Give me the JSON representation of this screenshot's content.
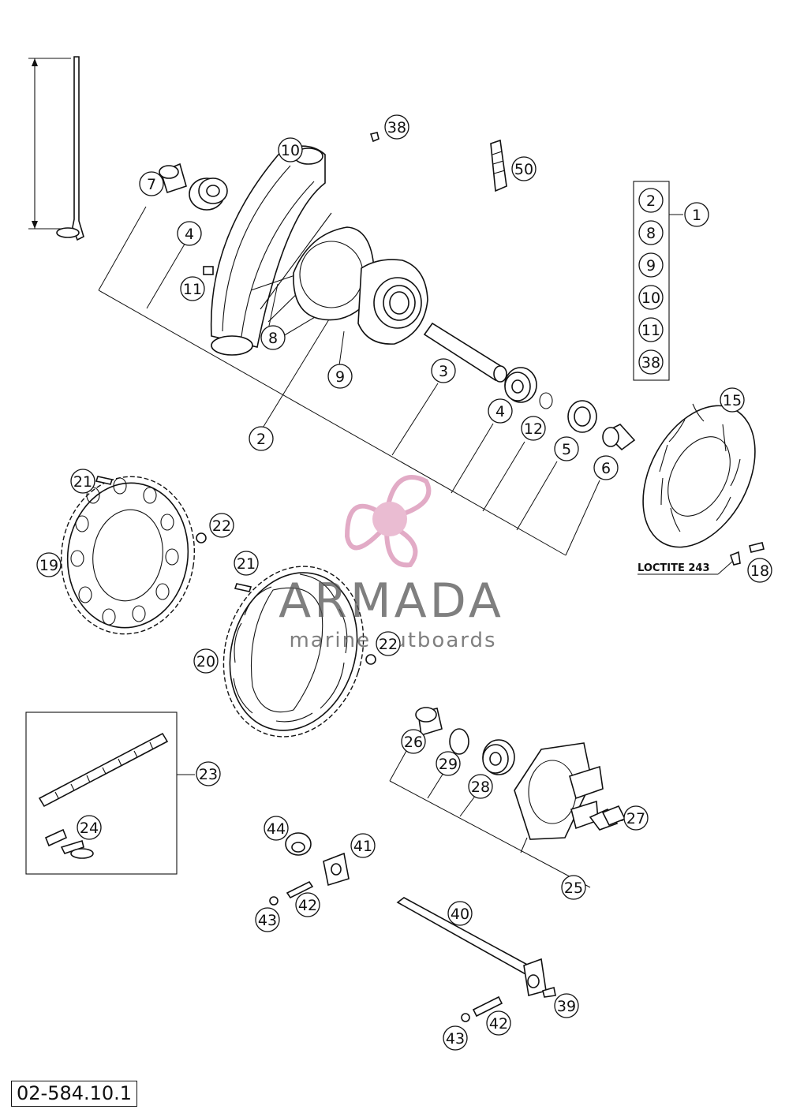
{
  "drawing_number": "02-584.10.1",
  "note_loctite": "LOCTITE 243",
  "watermark": {
    "brand": "ARMADA",
    "tagline": "marine outboards"
  },
  "callouts": [
    "38",
    "50",
    "10",
    "7",
    "4",
    "11",
    "8",
    "9",
    "2",
    "3",
    "4",
    "12",
    "5",
    "6",
    "1",
    "15",
    "18",
    "21",
    "22",
    "19",
    "21",
    "20",
    "22",
    "23",
    "24",
    "26",
    "29",
    "28",
    "27",
    "25",
    "44",
    "41",
    "42",
    "43",
    "40",
    "39",
    "42",
    "43"
  ],
  "kit_items": [
    "2",
    "8",
    "9",
    "10",
    "11",
    "38"
  ]
}
